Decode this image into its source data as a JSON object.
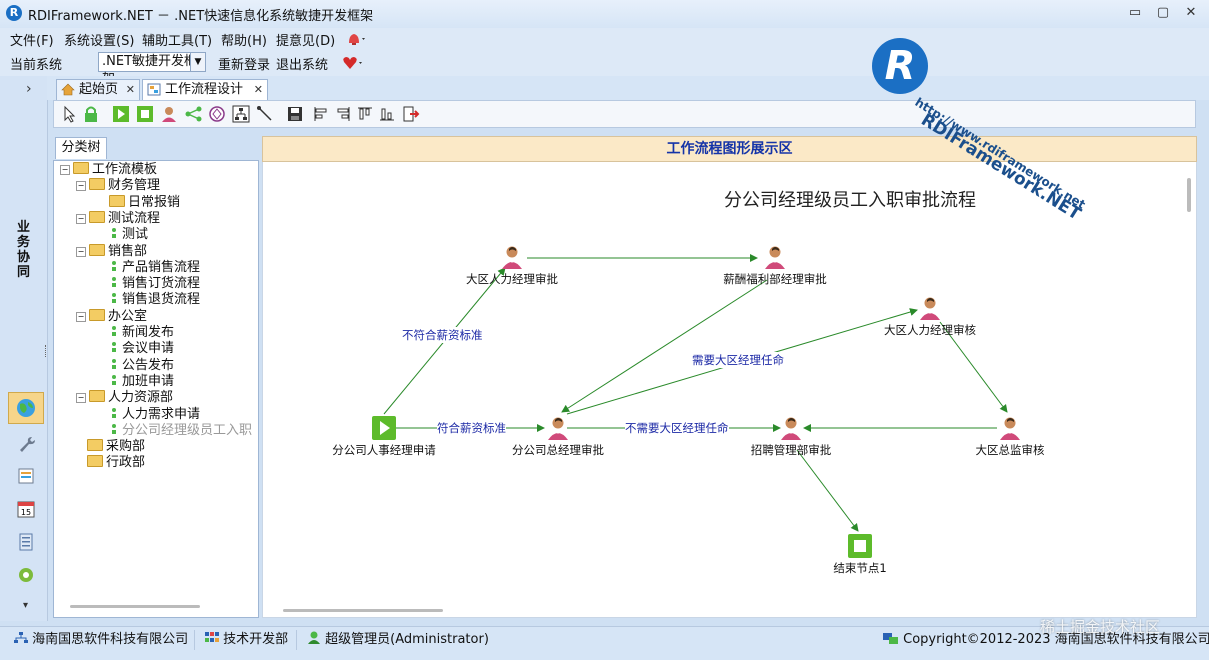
{
  "window": {
    "title": "RDIFramework.NET － .NET快速信息化系统敏捷开发框架",
    "logo_letter": "R",
    "controls": {
      "minimize": "▭",
      "restore": "▢",
      "close": "✕"
    }
  },
  "menu": {
    "items": [
      "文件(F)",
      "系统设置(S)",
      "辅助工具(T)",
      "帮助(H)",
      "提意见(D)"
    ]
  },
  "sysbar": {
    "current_system_label": "当前系统",
    "current_system_value": ".NET敏捷开发框架",
    "relogin": "重新登录",
    "logout": "退出系统"
  },
  "left_strip": {
    "collapse_arrow": "›",
    "vertical_label": "业务协同",
    "bottom_arrow": "▾"
  },
  "tabs": [
    {
      "label": "起始页",
      "close": "✕"
    },
    {
      "label": "工作流程设计",
      "close": "✕"
    }
  ],
  "tree": {
    "tab_label": "分类树",
    "nodes": [
      {
        "label": "工作流模板",
        "level": 0,
        "type": "folder",
        "toggle": "−"
      },
      {
        "label": "财务管理",
        "level": 1,
        "type": "folder",
        "toggle": "−"
      },
      {
        "label": "日常报销",
        "level": 2,
        "type": "folder",
        "toggle": ""
      },
      {
        "label": "测试流程",
        "level": 1,
        "type": "folder",
        "toggle": "−"
      },
      {
        "label": "测试",
        "level": 2,
        "type": "leaf",
        "toggle": ""
      },
      {
        "label": "销售部",
        "level": 1,
        "type": "folder",
        "toggle": "−"
      },
      {
        "label": "产品销售流程",
        "level": 2,
        "type": "leaf",
        "toggle": ""
      },
      {
        "label": "销售订货流程",
        "level": 2,
        "type": "leaf",
        "toggle": ""
      },
      {
        "label": "销售退货流程",
        "level": 2,
        "type": "leaf",
        "toggle": ""
      },
      {
        "label": "办公室",
        "level": 1,
        "type": "folder",
        "toggle": "−"
      },
      {
        "label": "新闻发布",
        "level": 2,
        "type": "leaf",
        "toggle": ""
      },
      {
        "label": "会议申请",
        "level": 2,
        "type": "leaf",
        "toggle": ""
      },
      {
        "label": "公告发布",
        "level": 2,
        "type": "leaf",
        "toggle": ""
      },
      {
        "label": "加班申请",
        "level": 2,
        "type": "leaf",
        "toggle": ""
      },
      {
        "label": "人力资源部",
        "level": 1,
        "type": "folder",
        "toggle": "−"
      },
      {
        "label": "人力需求申请",
        "level": 2,
        "type": "leaf",
        "toggle": ""
      },
      {
        "label": "分公司经理级员工入职",
        "level": 2,
        "type": "leaf",
        "toggle": "",
        "muted": true
      },
      {
        "label": "采购部",
        "level": 1,
        "type": "folder",
        "toggle": ""
      },
      {
        "label": "行政部",
        "level": 1,
        "type": "folder",
        "toggle": ""
      }
    ]
  },
  "canvas": {
    "header": "工作流程图形展示区",
    "flow_title": "分公司经理级员工入职审批流程",
    "nodes": [
      {
        "id": "n1",
        "label": "大区人力经理审批",
        "kind": "user"
      },
      {
        "id": "n2",
        "label": "薪酬福利部经理审批",
        "kind": "user"
      },
      {
        "id": "n3",
        "label": "大区人力经理审核",
        "kind": "user"
      },
      {
        "id": "n4",
        "label": "分公司人事经理申请",
        "kind": "start"
      },
      {
        "id": "n5",
        "label": "分公司总经理审批",
        "kind": "user"
      },
      {
        "id": "n6",
        "label": "招聘管理部审批",
        "kind": "user"
      },
      {
        "id": "n7",
        "label": "大区总监审核",
        "kind": "user"
      },
      {
        "id": "n8",
        "label": "结束节点1",
        "kind": "end"
      }
    ],
    "edge_labels": [
      "不符合薪资标准",
      "符合薪资标准",
      "需要大区经理任命",
      "不需要大区经理任命"
    ]
  },
  "watermark": {
    "brand": "RDIFramework.NET",
    "url": "http://www.rdiframework.net"
  },
  "status": {
    "company": "海南国思软件科技有限公司",
    "department": "技术开发部",
    "user": "超级管理员(Administrator)",
    "copyright": "Copyright©2012-2023 海南国思软件科技有限公司",
    "community": "稀土掘金技术社区"
  },
  "colors": {
    "accent": "#1b6fc4",
    "edge": "#2a8a2a",
    "edge_label": "#1d2aa6",
    "header_text": "#1534a8",
    "node_green": "#5dbb2b"
  }
}
